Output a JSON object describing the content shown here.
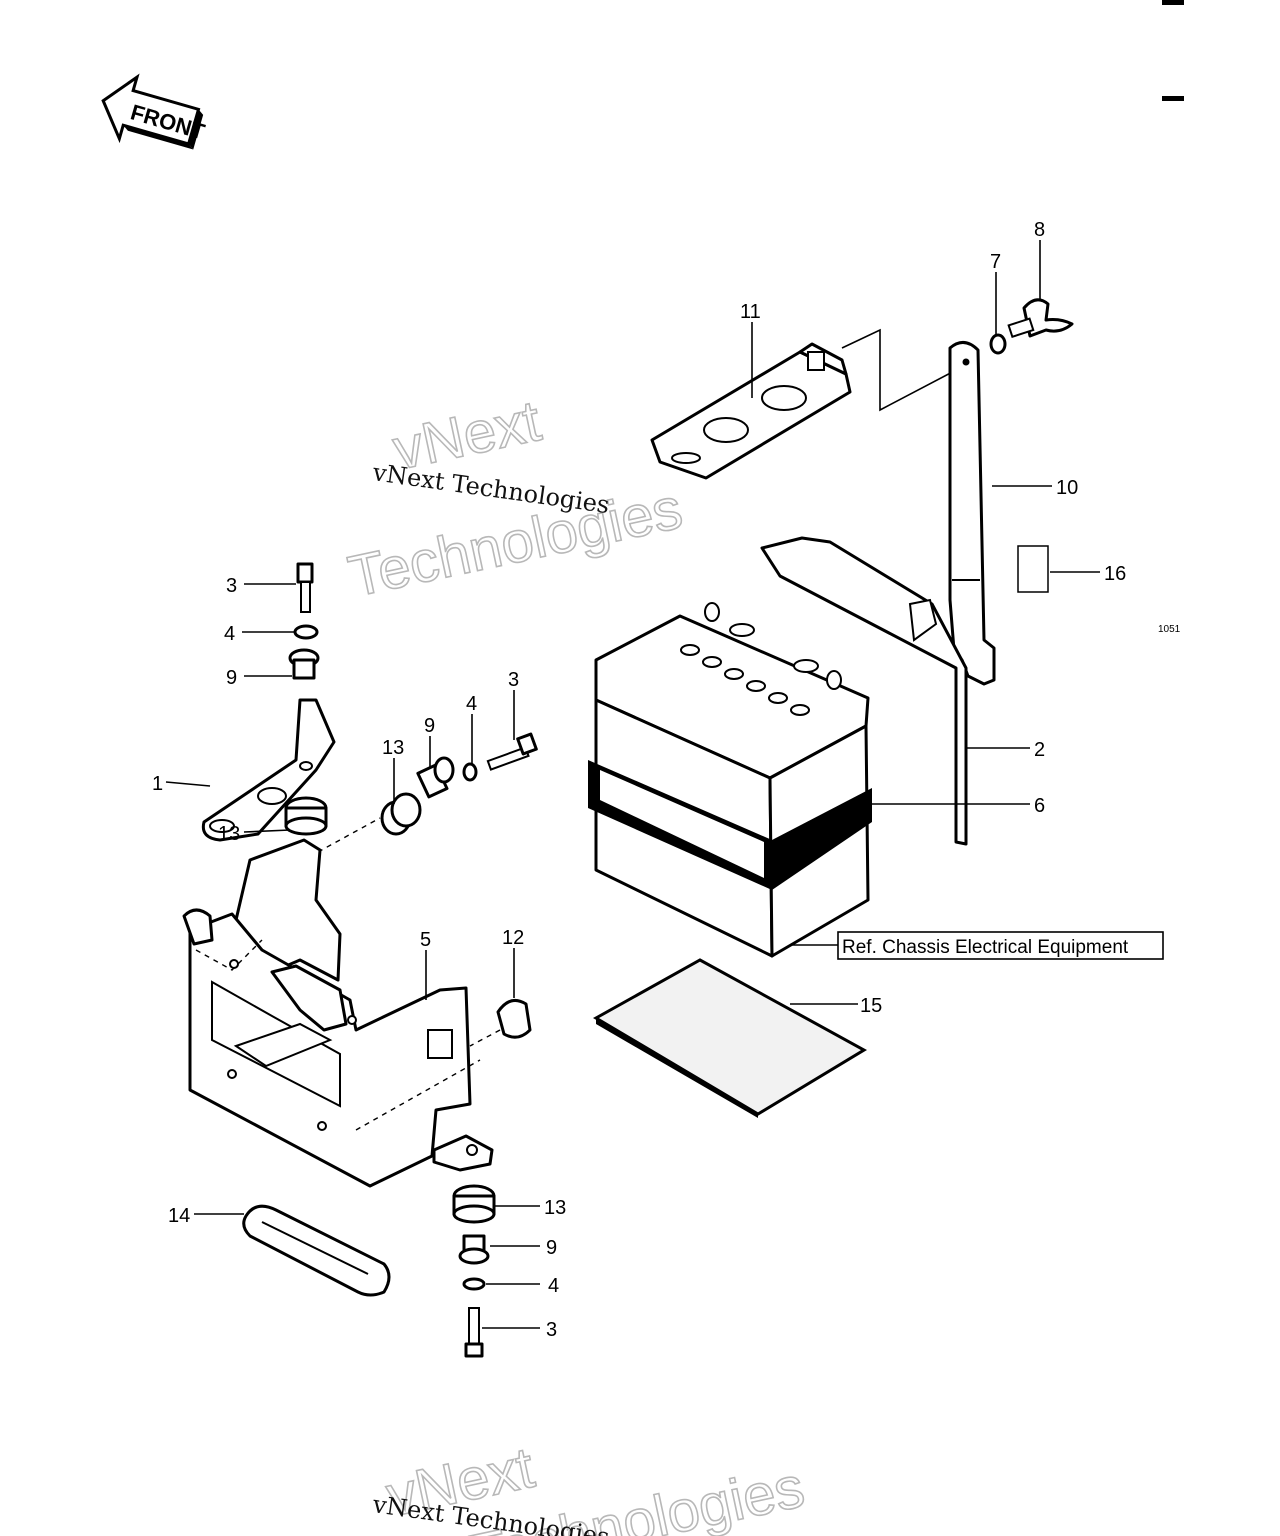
{
  "diagram": {
    "front_label": "FRONT",
    "figure_code": "1051",
    "reference_box": "Ref. Chassis Electrical Equipment",
    "watermark": {
      "outline_line1": "vNext",
      "outline_line2": "Technologies",
      "serif_text": "vNext Technologies",
      "bottom_outline": "vNext",
      "bottom_outline2": "Technologies",
      "bottom_serif": "vNext Technologies"
    },
    "callouts": {
      "c1": "1",
      "c2": "2",
      "c3a": "3",
      "c3b": "3",
      "c3c": "3",
      "c4a": "4",
      "c4b": "4",
      "c4c": "4",
      "c5": "5",
      "c6": "6",
      "c7": "7",
      "c8": "8",
      "c9a": "9",
      "c9b": "9",
      "c9c": "9",
      "c10": "10",
      "c11": "11",
      "c12": "12",
      "c13a": "13",
      "c13b": "13",
      "c13c": "13",
      "c14": "14",
      "c15": "15",
      "c16": "16"
    }
  }
}
